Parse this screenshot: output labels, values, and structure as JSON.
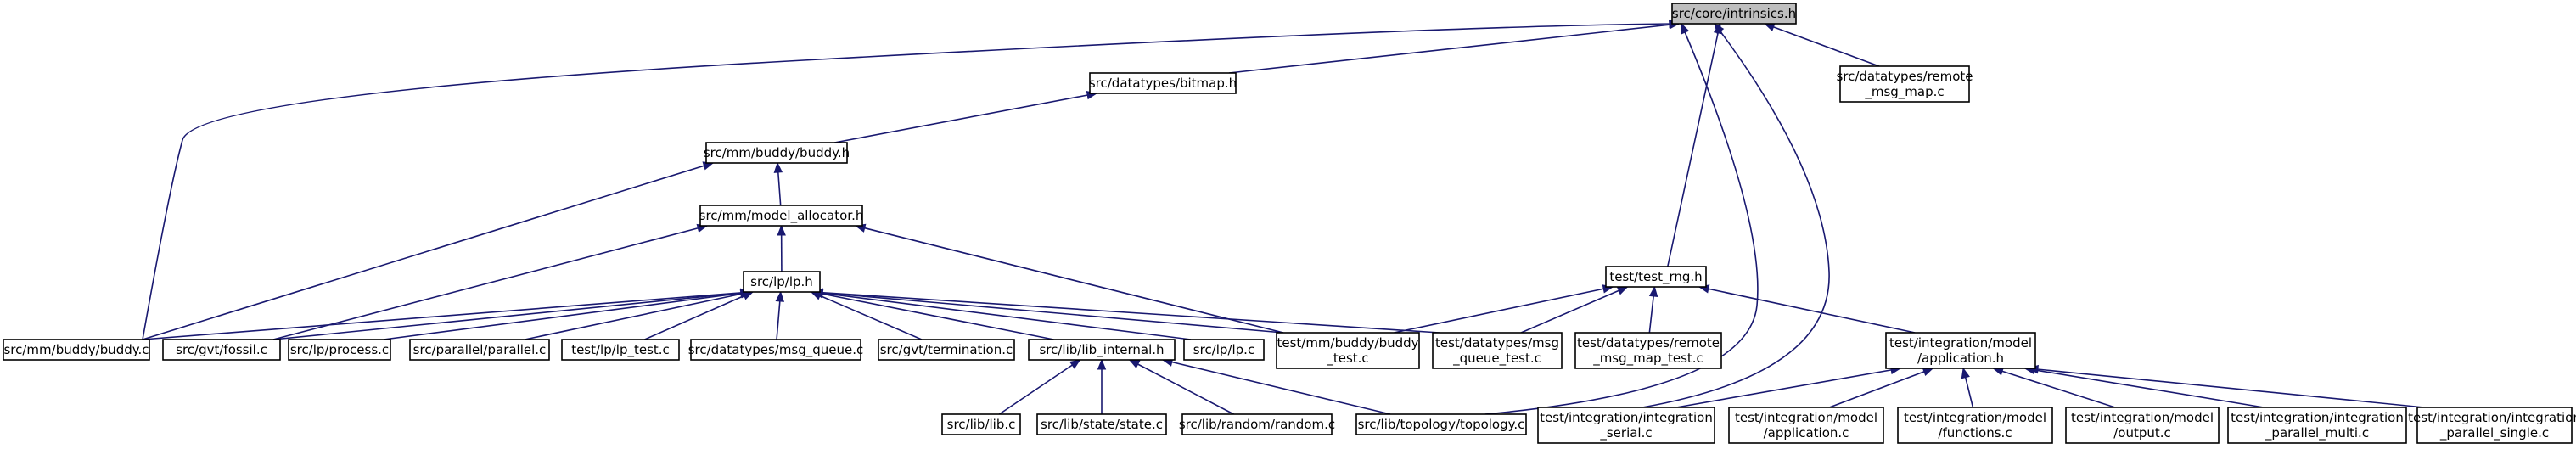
{
  "nodes": [
    {
      "id": "intrinsics",
      "lines": [
        "src/core/intrinsics.h"
      ],
      "root": true
    },
    {
      "id": "bitmap",
      "lines": [
        "src/datatypes/bitmap.h"
      ]
    },
    {
      "id": "remote_msg_map",
      "lines": [
        "src/datatypes/remote",
        "_msg_map.c"
      ]
    },
    {
      "id": "buddy_h",
      "lines": [
        "src/mm/buddy/buddy.h"
      ]
    },
    {
      "id": "model_allocator",
      "lines": [
        "src/mm/model_allocator.h"
      ]
    },
    {
      "id": "lp_h",
      "lines": [
        "src/lp/lp.h"
      ]
    },
    {
      "id": "test_rng",
      "lines": [
        "test/test_rng.h"
      ]
    },
    {
      "id": "buddy_c",
      "lines": [
        "src/mm/buddy/buddy.c"
      ]
    },
    {
      "id": "fossil",
      "lines": [
        "src/gvt/fossil.c"
      ]
    },
    {
      "id": "process",
      "lines": [
        "src/lp/process.c"
      ]
    },
    {
      "id": "parallel",
      "lines": [
        "src/parallel/parallel.c"
      ]
    },
    {
      "id": "lp_test",
      "lines": [
        "test/lp/lp_test.c"
      ]
    },
    {
      "id": "msg_queue",
      "lines": [
        "src/datatypes/msg_queue.c"
      ]
    },
    {
      "id": "termination",
      "lines": [
        "src/gvt/termination.c"
      ]
    },
    {
      "id": "lib_internal",
      "lines": [
        "src/lib/lib_internal.h"
      ]
    },
    {
      "id": "lp_c",
      "lines": [
        "src/lp/lp.c"
      ]
    },
    {
      "id": "buddy_test",
      "lines": [
        "test/mm/buddy/buddy",
        "_test.c"
      ]
    },
    {
      "id": "msg_queue_test",
      "lines": [
        "test/datatypes/msg",
        "_queue_test.c"
      ]
    },
    {
      "id": "remote_msg_map_test",
      "lines": [
        "test/datatypes/remote",
        "_msg_map_test.c"
      ]
    },
    {
      "id": "application_h",
      "lines": [
        "test/integration/model",
        "/application.h"
      ]
    },
    {
      "id": "lib_c",
      "lines": [
        "src/lib/lib.c"
      ]
    },
    {
      "id": "state",
      "lines": [
        "src/lib/state/state.c"
      ]
    },
    {
      "id": "random",
      "lines": [
        "src/lib/random/random.c"
      ]
    },
    {
      "id": "topology",
      "lines": [
        "src/lib/topology/topology.c"
      ]
    },
    {
      "id": "integration_serial",
      "lines": [
        "test/integration/integration",
        "_serial.c"
      ]
    },
    {
      "id": "application_c",
      "lines": [
        "test/integration/model",
        "/application.c"
      ]
    },
    {
      "id": "functions",
      "lines": [
        "test/integration/model",
        "/functions.c"
      ]
    },
    {
      "id": "output",
      "lines": [
        "test/integration/model",
        "/output.c"
      ]
    },
    {
      "id": "parallel_multi",
      "lines": [
        "test/integration/integration",
        "_parallel_multi.c"
      ]
    },
    {
      "id": "parallel_single",
      "lines": [
        "test/integration/integration",
        "_parallel_single.c"
      ]
    }
  ],
  "edges": [
    [
      "bitmap",
      "intrinsics"
    ],
    [
      "remote_msg_map",
      "intrinsics"
    ],
    [
      "buddy_c",
      "intrinsics"
    ],
    [
      "test_rng",
      "intrinsics"
    ],
    [
      "topology",
      "intrinsics"
    ],
    [
      "integration_serial",
      "intrinsics"
    ],
    [
      "buddy_h",
      "bitmap"
    ],
    [
      "model_allocator",
      "buddy_h"
    ],
    [
      "buddy_c",
      "buddy_h"
    ],
    [
      "lp_h",
      "model_allocator"
    ],
    [
      "fossil",
      "model_allocator"
    ],
    [
      "buddy_test",
      "model_allocator"
    ],
    [
      "buddy_c",
      "lp_h"
    ],
    [
      "fossil",
      "lp_h"
    ],
    [
      "process",
      "lp_h"
    ],
    [
      "parallel",
      "lp_h"
    ],
    [
      "lp_test",
      "lp_h"
    ],
    [
      "msg_queue",
      "lp_h"
    ],
    [
      "termination",
      "lp_h"
    ],
    [
      "lib_internal",
      "lp_h"
    ],
    [
      "lp_c",
      "lp_h"
    ],
    [
      "buddy_test",
      "lp_h"
    ],
    [
      "msg_queue_test",
      "lp_h"
    ],
    [
      "lib_c",
      "lib_internal"
    ],
    [
      "state",
      "lib_internal"
    ],
    [
      "random",
      "lib_internal"
    ],
    [
      "topology",
      "lib_internal"
    ],
    [
      "buddy_test",
      "test_rng"
    ],
    [
      "msg_queue_test",
      "test_rng"
    ],
    [
      "remote_msg_map_test",
      "test_rng"
    ],
    [
      "application_h",
      "test_rng"
    ],
    [
      "integration_serial",
      "application_h"
    ],
    [
      "application_c",
      "application_h"
    ],
    [
      "functions",
      "application_h"
    ],
    [
      "output",
      "application_h"
    ],
    [
      "parallel_multi",
      "application_h"
    ],
    [
      "parallel_single",
      "application_h"
    ]
  ]
}
